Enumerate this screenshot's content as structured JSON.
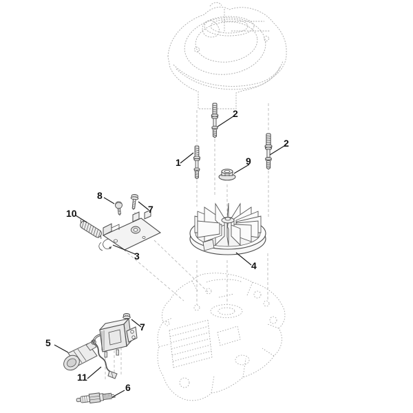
{
  "diagram": {
    "colors": {
      "background": "#ffffff",
      "part_line": "#4a4a4a",
      "reference_line": "#a8a8a8",
      "projection_line": "#b8b8b8",
      "label_text": "#111111"
    },
    "callouts": [
      {
        "label": "1"
      },
      {
        "label": "2"
      },
      {
        "label": "2"
      },
      {
        "label": "3"
      },
      {
        "label": "4"
      },
      {
        "label": "5"
      },
      {
        "label": "6"
      },
      {
        "label": "7"
      },
      {
        "label": "7"
      },
      {
        "label": "8"
      },
      {
        "label": "9"
      },
      {
        "label": "10"
      },
      {
        "label": "11"
      }
    ]
  }
}
